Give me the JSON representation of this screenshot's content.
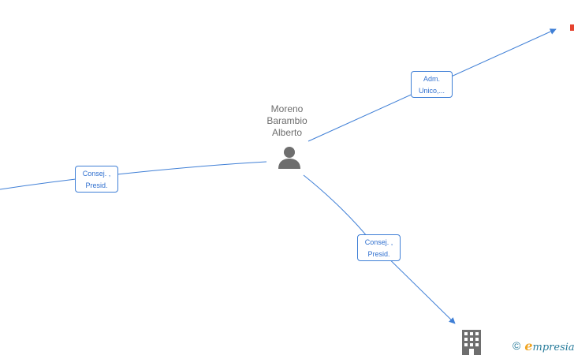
{
  "center_node": {
    "name_lines": [
      "Moreno",
      "Barambio",
      "Alberto"
    ],
    "icon": "person-icon"
  },
  "edges": [
    {
      "label_lines": [
        "Adm.",
        "Unico,..."
      ],
      "target": "company-node-top-right"
    },
    {
      "label_lines": [
        "Consej. ,",
        "Presid."
      ],
      "target": "company-node-left"
    },
    {
      "label_lines": [
        "Consej. ,",
        "Presid."
      ],
      "target": "company-node-bottom"
    }
  ],
  "company_node_bottom": {
    "icon": "building-icon"
  },
  "footer": {
    "copyright_symbol": "©",
    "brand_first": "e",
    "brand_rest": "mpresia"
  },
  "colors": {
    "edge": "#3f7fd6",
    "label_text": "#2f6fcf",
    "node_text": "#6e6e6e",
    "icon": "#6e6e6e",
    "brand": "#2a7d9c",
    "brand_accent": "#f0a524",
    "marker_red": "#e5432f"
  }
}
